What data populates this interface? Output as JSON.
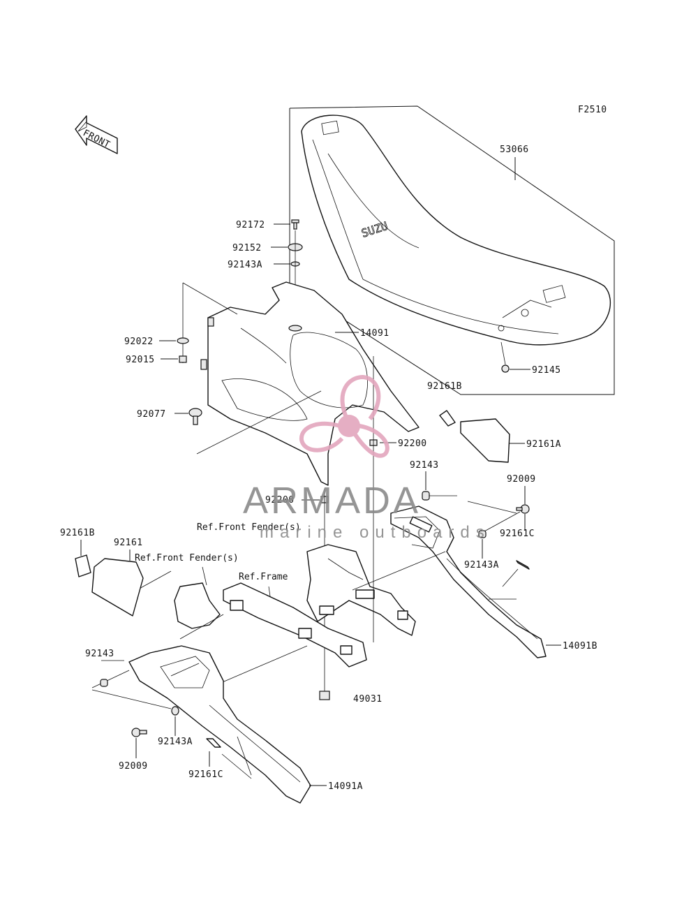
{
  "figure_code": "F2510",
  "front_label": "FRONT",
  "watermark": {
    "brand": "ARMADA",
    "tagline": "marine outboards",
    "brand_color": "#8a8a8a",
    "logo_color": "#e3a6bd"
  },
  "parts": {
    "p53066": "53066",
    "p92145": "92145",
    "p92172": "92172",
    "p92152": "92152",
    "p92143A_top": "92143A",
    "p14091": "14091",
    "p92022": "92022",
    "p92015": "92015",
    "p92077": "92077",
    "p92161B_right": "92161B",
    "p92200_right": "92200",
    "p92161A": "92161A",
    "p92143_right": "92143",
    "p92009_right": "92009",
    "p92200_left": "92200",
    "p92161C_right": "92161C",
    "p92143A_right": "92143A",
    "p14091B": "14091B",
    "p92161B_left": "92161B",
    "p92161": "92161",
    "p92143_left": "92143",
    "p49031": "49031",
    "p92009_left": "92009",
    "p92143A_left": "92143A",
    "p92161C_left": "92161C",
    "p14091A": "14091A"
  },
  "refs": {
    "front_fender_upper": "Ref.Front Fender(s)",
    "front_fender_lower": "Ref.Front Fender(s)",
    "frame": "Ref.Frame"
  }
}
